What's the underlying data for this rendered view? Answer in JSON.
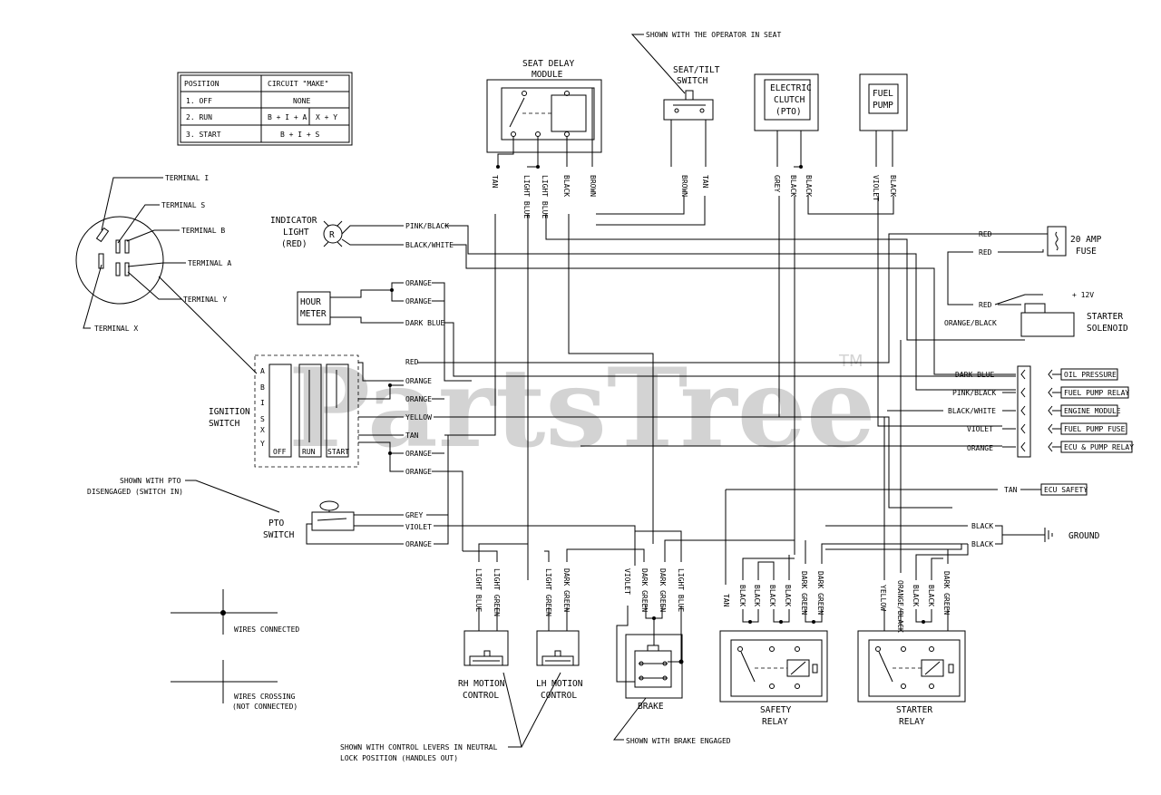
{
  "watermark": {
    "text": "PartsTree",
    "tm": "TM"
  },
  "position_table": {
    "headers": [
      "POSITION",
      "CIRCUIT \"MAKE\""
    ],
    "rows": [
      {
        "position": "1. OFF",
        "make": "NONE",
        "make2": ""
      },
      {
        "position": "2. RUN",
        "make": "B + I + A",
        "make2": "X + Y"
      },
      {
        "position": "3. START",
        "make": "B + I + S",
        "make2": ""
      }
    ]
  },
  "terminals": {
    "t1": "TERMINAL I",
    "ts": "TERMINAL S",
    "tb": "TERMINAL B",
    "ta": "TERMINAL A",
    "ty": "TERMINAL Y",
    "tx": "TERMINAL X"
  },
  "components": {
    "seat_delay": [
      "SEAT DELAY",
      "MODULE"
    ],
    "seat_tilt": [
      "SEAT/TILT",
      "SWITCH"
    ],
    "operator_note": "SHOWN WITH THE OPERATOR IN SEAT",
    "clutch": [
      "ELECTRIC",
      "CLUTCH",
      "(PTO)"
    ],
    "fuel_pump": [
      "FUEL",
      "PUMP"
    ],
    "indicator": [
      "INDICATOR",
      "LIGHT",
      "(RED)"
    ],
    "indicator_r": "R",
    "hour_meter": [
      "HOUR",
      "METER"
    ],
    "ignition": [
      "IGNITION",
      "SWITCH"
    ],
    "ign_letters": [
      "A",
      "B",
      "I",
      "S",
      "X",
      "Y"
    ],
    "ign_cols": [
      "OFF",
      "RUN",
      "START"
    ],
    "pto_note": [
      "SHOWN WITH PTO",
      "DISENGAGED (SWITCH IN)"
    ],
    "pto": [
      "PTO",
      "SWITCH"
    ],
    "fuse": [
      "20 AMP",
      "FUSE"
    ],
    "plus12": "+ 12V",
    "starter_solenoid": [
      "STARTER",
      "SOLENOID"
    ],
    "ground": "GROUND",
    "rh_motion": [
      "RH MOTION",
      "CONTROL"
    ],
    "lh_motion": [
      "LH MOTION",
      "CONTROL"
    ],
    "brake": "BRAKE",
    "safety_relay": [
      "SAFETY",
      "RELAY"
    ],
    "starter_relay": [
      "STARTER",
      "RELAY"
    ],
    "lever_note": [
      "SHOWN WITH CONTROL LEVERS IN NEUTRAL",
      "LOCK POSITION (HANDLES OUT)"
    ],
    "brake_note": "SHOWN WITH BRAKE ENGAGED",
    "wires_connected": "WIRES CONNECTED",
    "wires_crossing": [
      "WIRES CROSSING",
      "(NOT CONNECTED)"
    ]
  },
  "connectors": [
    {
      "label": "OIL PRESSURE"
    },
    {
      "label": "FUEL PUMP RELAY"
    },
    {
      "label": "ENGINE MODULE"
    },
    {
      "label": "FUEL PUMP FUSE"
    },
    {
      "label": "ECU & PUMP RELAY"
    }
  ],
  "ecu_safety": "ECU SAFETY",
  "wire_labels": {
    "pink_black": "PINK/BLACK",
    "black_white": "BLACK/WHITE",
    "orange": "ORANGE",
    "dark_blue": "DARK BLUE",
    "red": "RED",
    "yellow": "YELLOW",
    "tan": "TAN",
    "grey": "GREY",
    "violet": "VIOLET",
    "orange_black": "ORANGE/BLACK",
    "black": "BLACK",
    "light_blue": "LIGHT BLUE",
    "light_green": "LIGHT GREEN",
    "dark_green": "DARK GREEN",
    "brown": "BROWN"
  }
}
